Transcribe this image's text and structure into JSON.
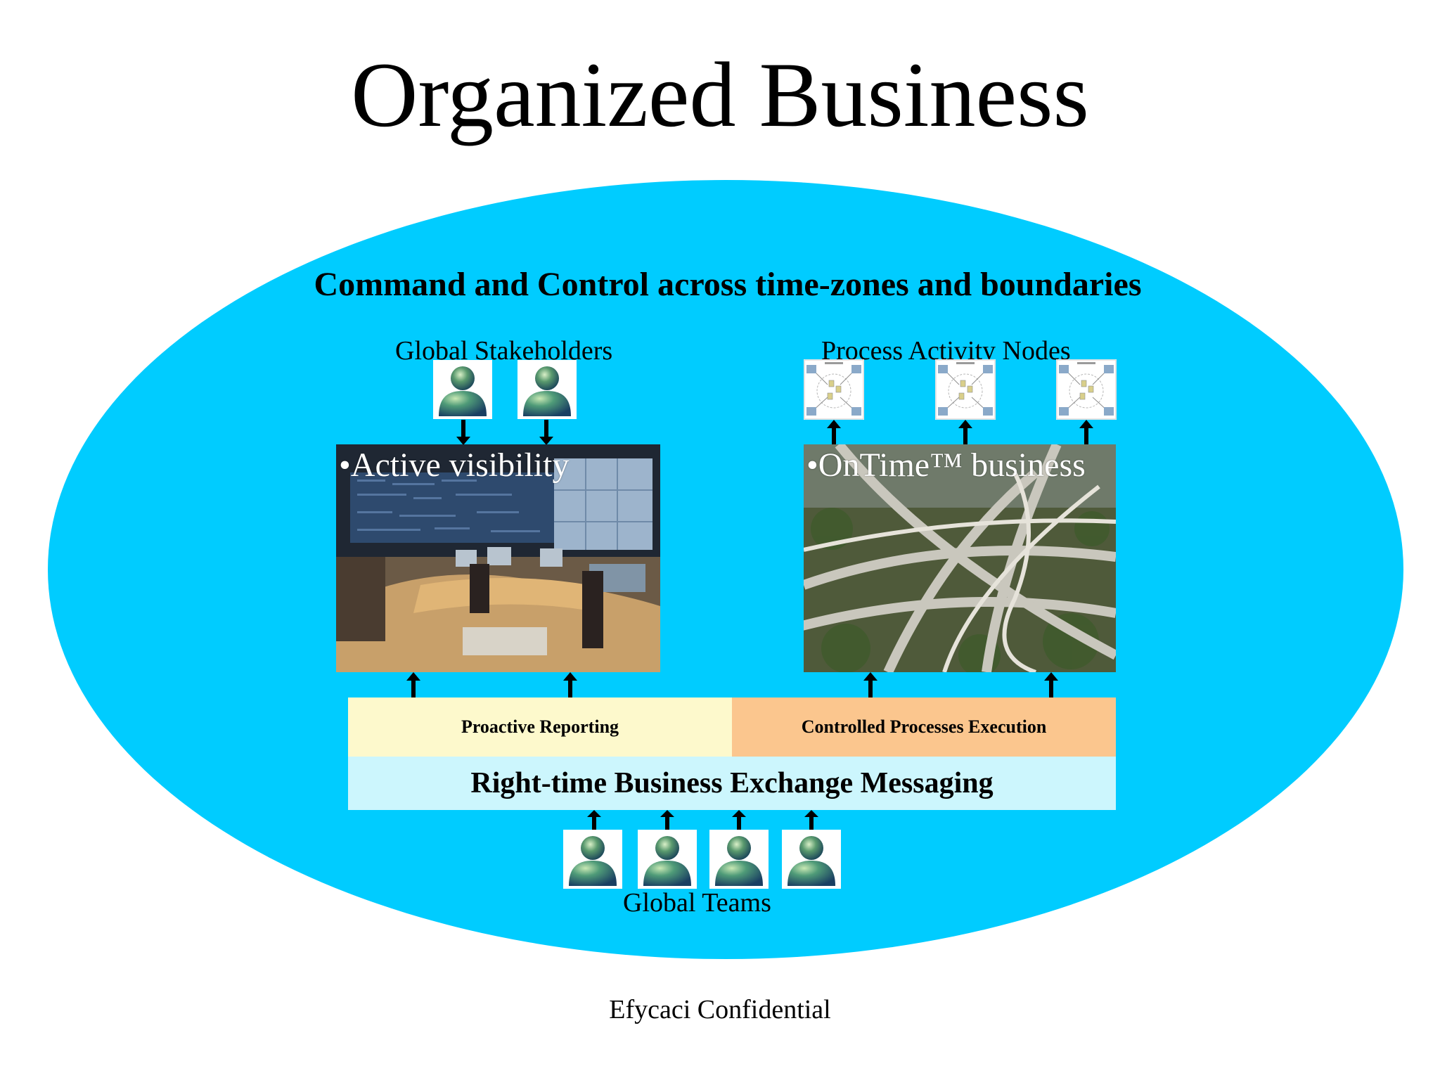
{
  "slide": {
    "title": "Organized Business",
    "headline": "Command and Control across time-zones and boundaries",
    "footer": "Efycaci Confidential"
  },
  "groups": {
    "stakeholders": "Global Stakeholders",
    "nodes": "Process Activity Nodes",
    "teams": "Global Teams"
  },
  "photos": {
    "left_caption": "•Active visibility",
    "right_caption": "•OnTime™ business"
  },
  "bands": {
    "reporting": "Proactive Reporting",
    "execution": "Controlled Processes Execution",
    "messaging": "Right-time Business Exchange Messaging"
  },
  "icons": {
    "person": "person-icon",
    "node": "process-node-diagram-icon",
    "arrow_up": "arrow-up-icon",
    "arrow_down": "arrow-down-icon"
  },
  "colors": {
    "ellipse": "#00ccff",
    "reporting_band": "#fdf9cc",
    "execution_band": "#fbc68e",
    "messaging_band": "#ccf6fd"
  }
}
